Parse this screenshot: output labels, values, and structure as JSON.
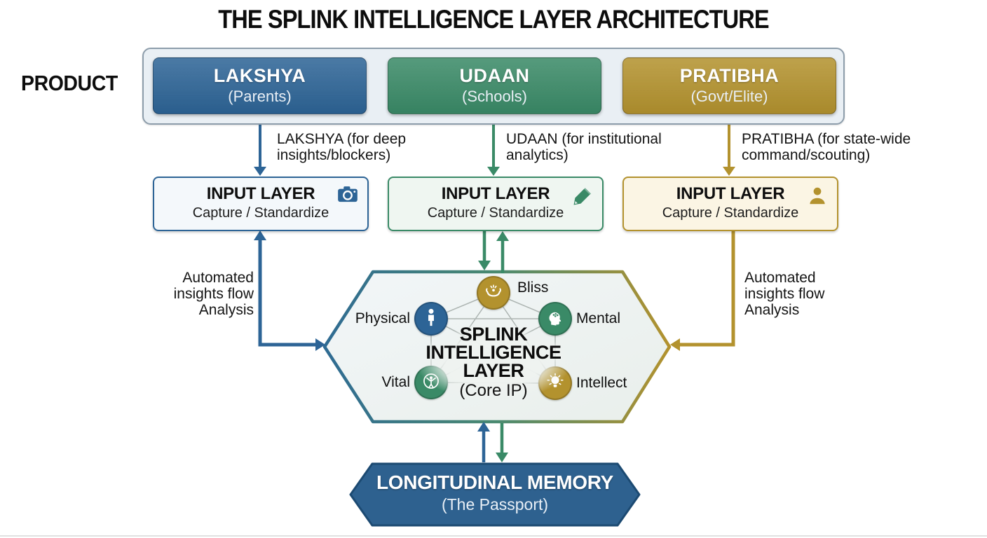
{
  "title": "THE SPLINK INTELLIGENCE LAYER ARCHITECTURE",
  "product_label": "PRODUCT",
  "products": [
    {
      "name": "LAKSHYA",
      "audience": "(Parents)",
      "color": "#2d6496",
      "flow_label": "LAKSHYA (for deep insights/blockers)"
    },
    {
      "name": "UDAAN",
      "audience": "(Schools)",
      "color": "#3a8a67",
      "flow_label": "UDAAN (for institutional analytics)"
    },
    {
      "name": "PRATIBHA",
      "audience": "(Govt/Elite)",
      "color": "#b3922e",
      "flow_label": "PRATIBHA (for state-wide command/scouting)"
    }
  ],
  "input_layers": [
    {
      "title": "INPUT LAYER",
      "subtitle": "Capture / Standardize",
      "icon": "camera-icon",
      "accent": "#2d6496"
    },
    {
      "title": "INPUT LAYER",
      "subtitle": "Capture / Standardize",
      "icon": "pencil-icon",
      "accent": "#3a8a67"
    },
    {
      "title": "INPUT LAYER",
      "subtitle": "Capture / Standardize",
      "icon": "person-icon",
      "accent": "#b3922e"
    }
  ],
  "core": {
    "title": "SPLINK INTELLIGENCE LAYER",
    "subtitle": "(Core IP)",
    "nodes": [
      {
        "label": "Bliss",
        "icon": "offering-hands-icon",
        "color": "#b3922e"
      },
      {
        "label": "Physical",
        "icon": "standing-person-icon",
        "color": "#2d6496"
      },
      {
        "label": "Mental",
        "icon": "brain-head-icon",
        "color": "#3a8a67"
      },
      {
        "label": "Vital",
        "icon": "energized-person-icon",
        "color": "#3a8a67"
      },
      {
        "label": "Intellect",
        "icon": "lightbulb-icon",
        "color": "#b3922e"
      }
    ]
  },
  "side_flows": {
    "left": "Automated insights flow Analysis",
    "right": "Automated insights flow Analysis"
  },
  "memory": {
    "title": "LONGITUDINAL MEMORY",
    "subtitle": "(The Passport)"
  },
  "colors": {
    "blue": "#2d6496",
    "green": "#3a8a67",
    "gold": "#b3922e",
    "container_bg": "#e9eff4",
    "hex_bg": "#eef2ef",
    "memory_bg": "#2e618f",
    "mesh_line": "#adb5b2"
  }
}
